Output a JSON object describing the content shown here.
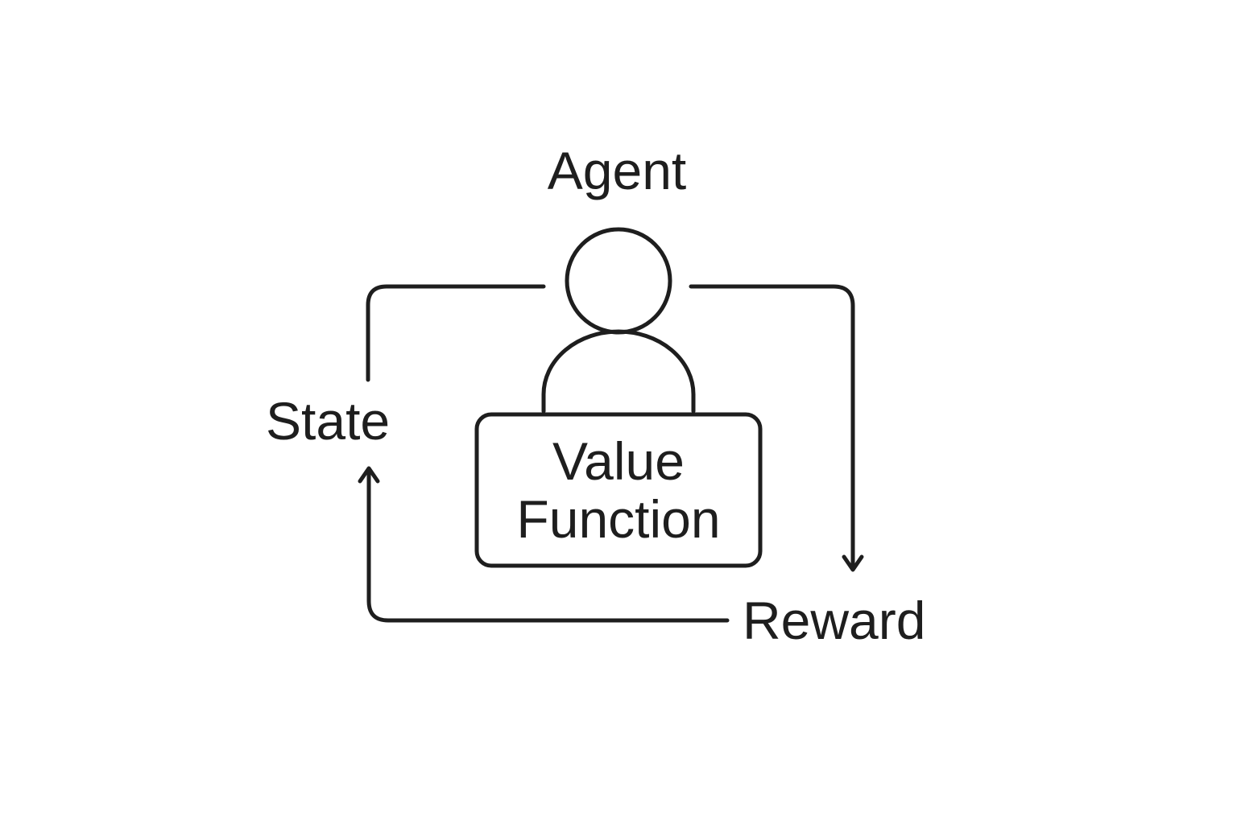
{
  "diagram": {
    "agent_label": "Agent",
    "state_label": "State",
    "reward_label": "Reward",
    "value_function": {
      "line1": "Value",
      "line2": "Function"
    }
  },
  "colors": {
    "stroke": "#1e1e1e",
    "background": "#ffffff"
  },
  "icons": [
    "person-icon",
    "arrow-down-icon",
    "arrow-up-icon"
  ]
}
